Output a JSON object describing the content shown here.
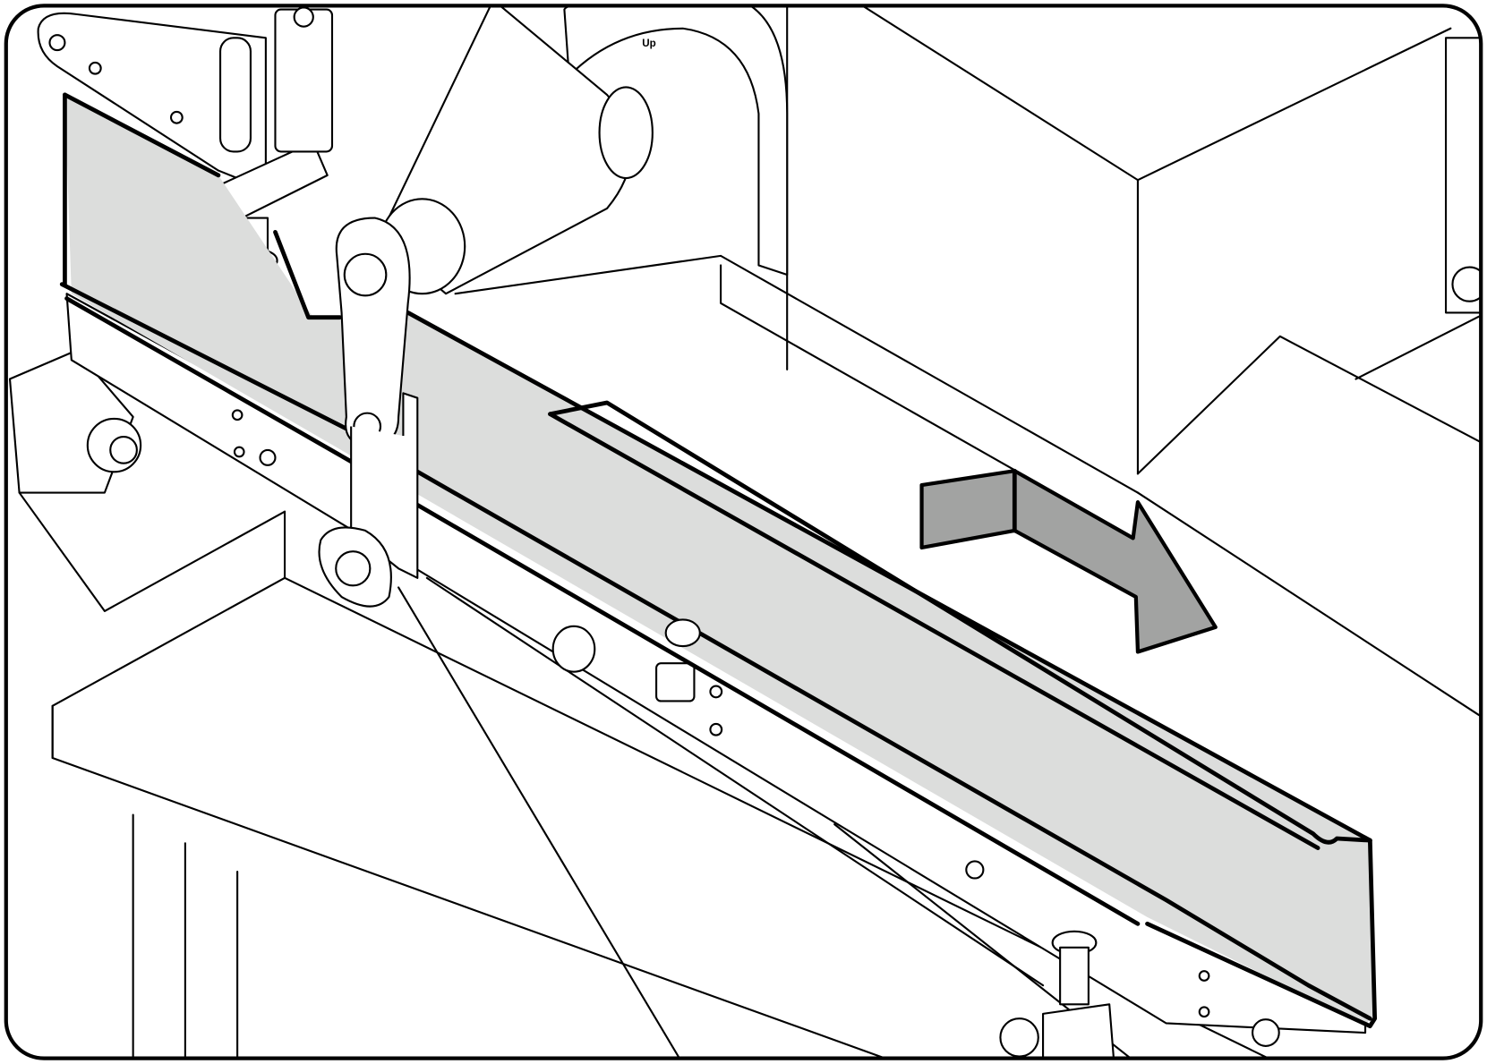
{
  "figure": {
    "direction_label": "Up",
    "colors": {
      "panel": "#dcdddc",
      "arrow": "#a2a3a2",
      "arrow_dark": "#9b9c9b",
      "line": "#000000"
    },
    "icons": [
      "slide-direction-arrow",
      "guide-rail-panel",
      "locking-lever",
      "screw",
      "knob"
    ]
  }
}
